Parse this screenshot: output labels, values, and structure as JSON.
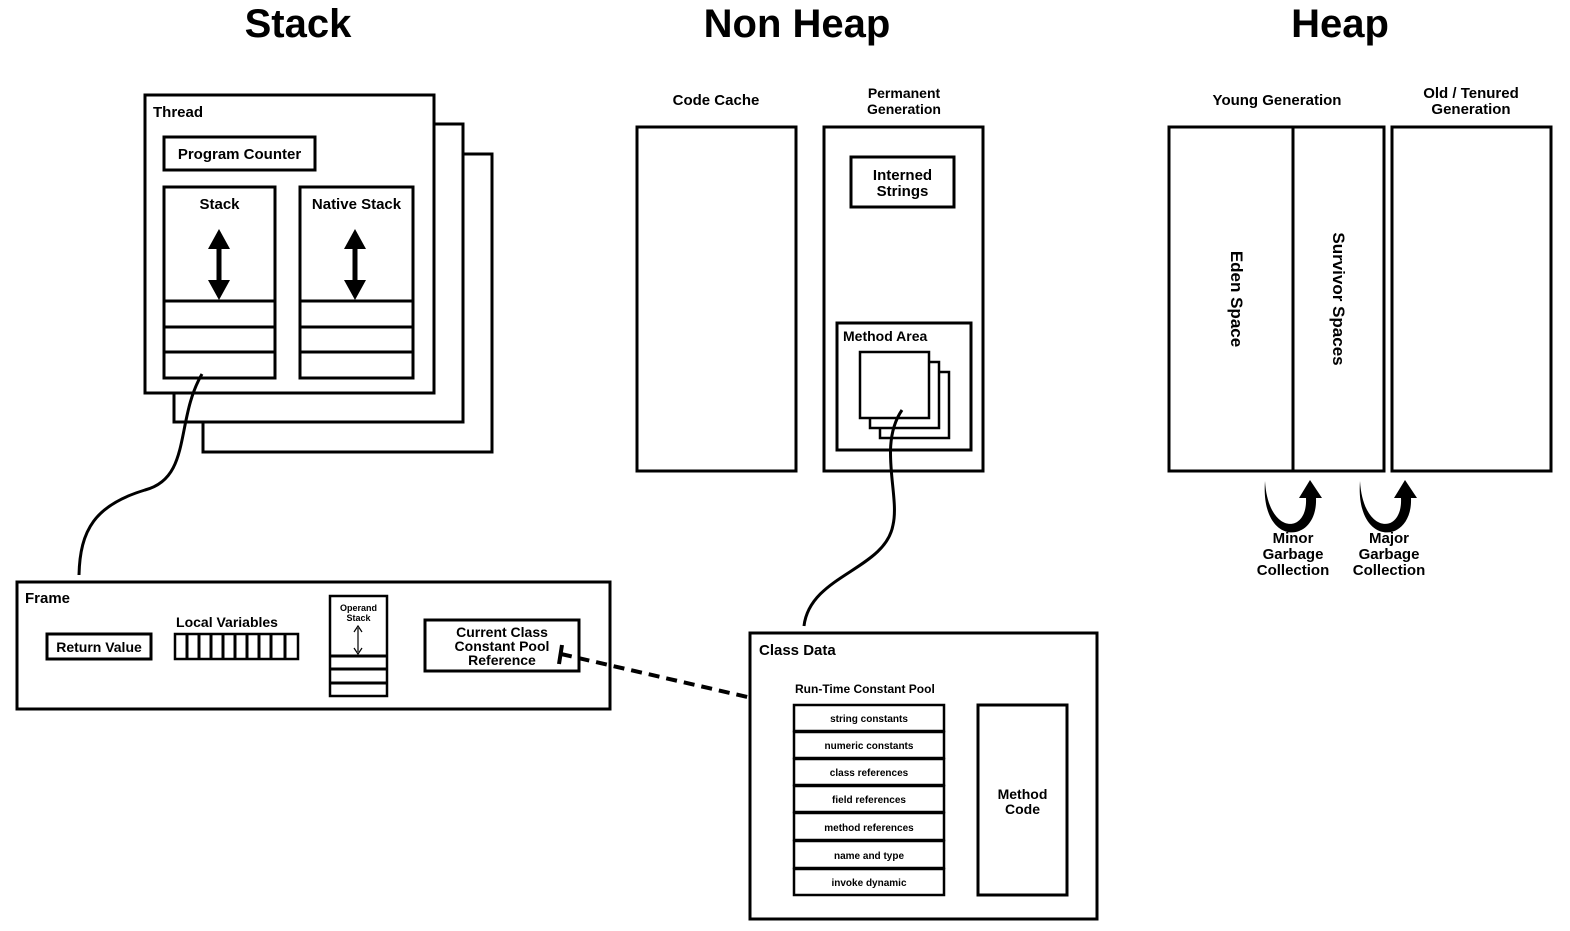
{
  "sections": {
    "stack": "Stack",
    "non_heap": "Non Heap",
    "heap": "Heap"
  },
  "thread": {
    "title": "Thread",
    "program_counter": "Program Counter",
    "stack": "Stack",
    "native_stack": "Native Stack"
  },
  "frame": {
    "title": "Frame",
    "return_value": "Return Value",
    "local_variables": "Local Variables",
    "operand_stack": [
      "Operand",
      "Stack"
    ],
    "current_class_ref": [
      "Current Class",
      "Constant Pool",
      "Reference"
    ]
  },
  "non_heap": {
    "code_cache": "Code Cache",
    "permanent_generation": [
      "Permanent",
      "Generation"
    ],
    "interned_strings": [
      "Interned",
      "Strings"
    ],
    "method_area": "Method Area"
  },
  "class_data": {
    "title": "Class Data",
    "pool_title": "Run-Time Constant Pool",
    "pool_items": [
      "string constants",
      "numeric constants",
      "class references",
      "field references",
      "method references",
      "name and type",
      "invoke dynamic"
    ],
    "method_code": [
      "Method",
      "Code"
    ]
  },
  "heap": {
    "young_generation": "Young Generation",
    "old_generation": [
      "Old / Tenured",
      "Generation"
    ],
    "eden_space": "Eden Space",
    "survivor_spaces": "Survivor Spaces",
    "minor_gc": [
      "Minor",
      "Garbage",
      "Collection"
    ],
    "major_gc": [
      "Major",
      "Garbage",
      "Collection"
    ]
  }
}
